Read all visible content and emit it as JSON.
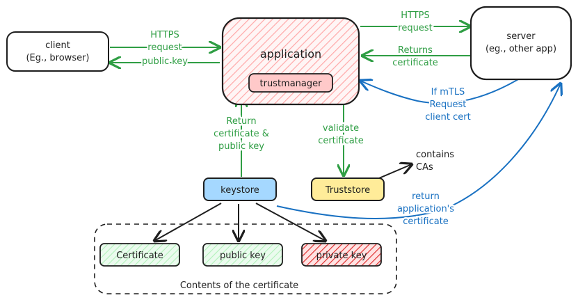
{
  "nodes": {
    "client": {
      "line1": "client",
      "line2": "(Eg., browser)"
    },
    "application": {
      "title": "application"
    },
    "trustmanager": {
      "label": "trustmanager"
    },
    "server": {
      "line1": "server",
      "line2": "(eg., other app)"
    },
    "keystore": {
      "label": "keystore"
    },
    "truststore": {
      "label": "Truststore"
    },
    "certificate": {
      "label": "Certificate"
    },
    "public_key": {
      "label": "public key"
    },
    "private_key": {
      "label": "private key"
    },
    "contents": {
      "label": "Contents of the certificate"
    }
  },
  "edges": {
    "client_app": {
      "line1": "HTTPS",
      "line2": "request",
      "line3": "public key"
    },
    "app_server": {
      "line1": "HTTPS",
      "line2": "request"
    },
    "server_app": {
      "line1": "Returns",
      "line2": "certificate"
    },
    "mtls": {
      "line1": "If mTLS",
      "line2": "Request",
      "line3": "client cert"
    },
    "keystore_app": {
      "line1": "Return",
      "line2": "certificate &",
      "line3": "public key"
    },
    "validate": {
      "line1": "validate",
      "line2": "certificate"
    },
    "truststore_cas": {
      "line1": "contains",
      "line2": "CAs"
    },
    "return_app_cert": {
      "line1": "return",
      "line2": "application's",
      "line3": "certificate"
    }
  },
  "colors": {
    "stroke": "#1e1e1e",
    "green": "#2f9e44",
    "blue": "#1971c2",
    "app_fill": "#ffc9c9",
    "trustmanager_fill": "#ffc9c9",
    "keystore_fill": "#a5d8ff",
    "truststore_fill": "#ffec99",
    "certificate_fill": "#b2f2bb",
    "public_key_fill": "#b2f2bb",
    "private_key_fill": "#e03131"
  }
}
